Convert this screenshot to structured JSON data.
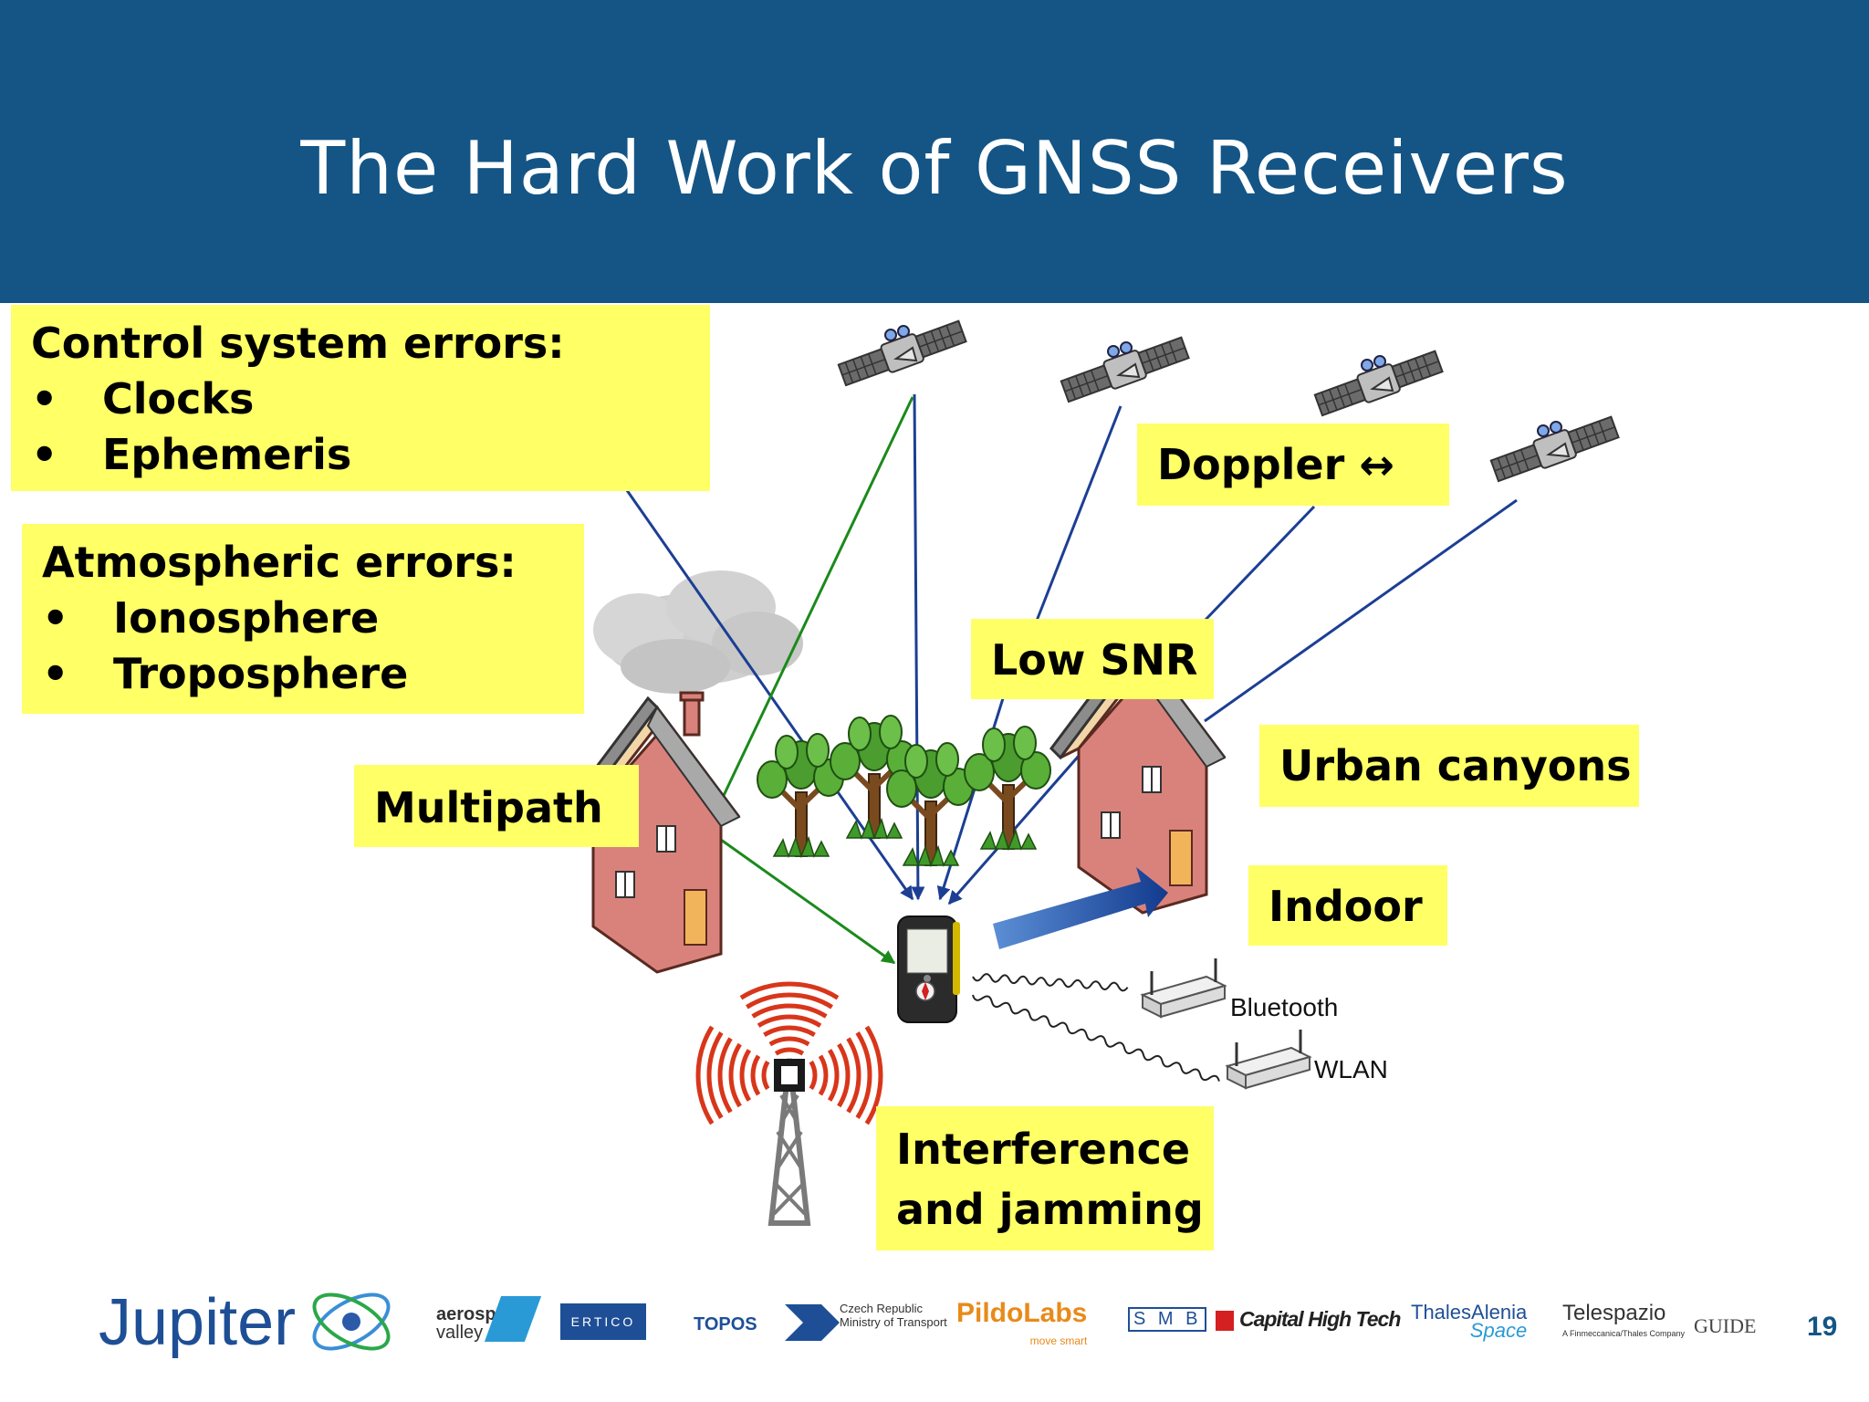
{
  "title": "The Hard Work of GNSS Receivers",
  "boxes": {
    "control": {
      "heading": "Control system errors:",
      "items": [
        "Clocks",
        "Ephemeris"
      ]
    },
    "atmospheric": {
      "heading": "Atmospheric errors:",
      "items": [
        "Ionosphere",
        "Troposphere"
      ]
    },
    "doppler": "Doppler ↔",
    "low_snr": "Low SNR",
    "multipath": "Multipath",
    "urban": "Urban canyons",
    "indoor": "Indoor",
    "interference": [
      "Interference",
      "and jamming"
    ]
  },
  "labels": {
    "bluetooth": "Bluetooth",
    "wlan": "WLAN"
  },
  "bullet": "•",
  "footer": {
    "logos": [
      "Jupiter",
      "aerospace",
      "valley",
      "ERTICO",
      "TOPOS",
      "Czech Republic",
      "Ministry of Transport",
      "PildoLabs",
      "move smart",
      "S M B",
      "Capital High Tech",
      "ThalesAlenia",
      "Space",
      "Telespazio",
      "A Finmeccanica/Thales Company",
      "GUIDE"
    ],
    "page_number": "19"
  },
  "colors": {
    "header": "#145586",
    "box": "#ffff66",
    "signal_blue": "#1c3f94",
    "multipath_green": "#1b8a1b",
    "house_wall": "#d9827c",
    "roof": "#7f7f7f"
  },
  "icons": [
    "satellite-icon",
    "cloud-icon",
    "tree-icon",
    "house-icon",
    "gps-device-icon",
    "router-icon",
    "radio-tower-icon"
  ]
}
